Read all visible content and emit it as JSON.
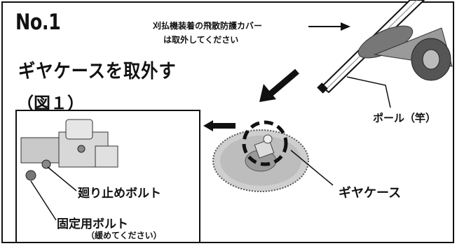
{
  "page": {
    "number": "No.1",
    "step_title": "ギヤケースを取外す",
    "figure_label": "（図１）"
  },
  "callouts": {
    "cover_line1": "刈払機装着の飛散防護カバー",
    "cover_line2": "は取外してください",
    "pole": "ポール（竿）",
    "gear_case": "ギヤケース",
    "stop_bolt": "廻り止めボルト",
    "fixing_bolt": "固定用ボルト",
    "fixing_bolt_note": "（緩めてください）"
  }
}
